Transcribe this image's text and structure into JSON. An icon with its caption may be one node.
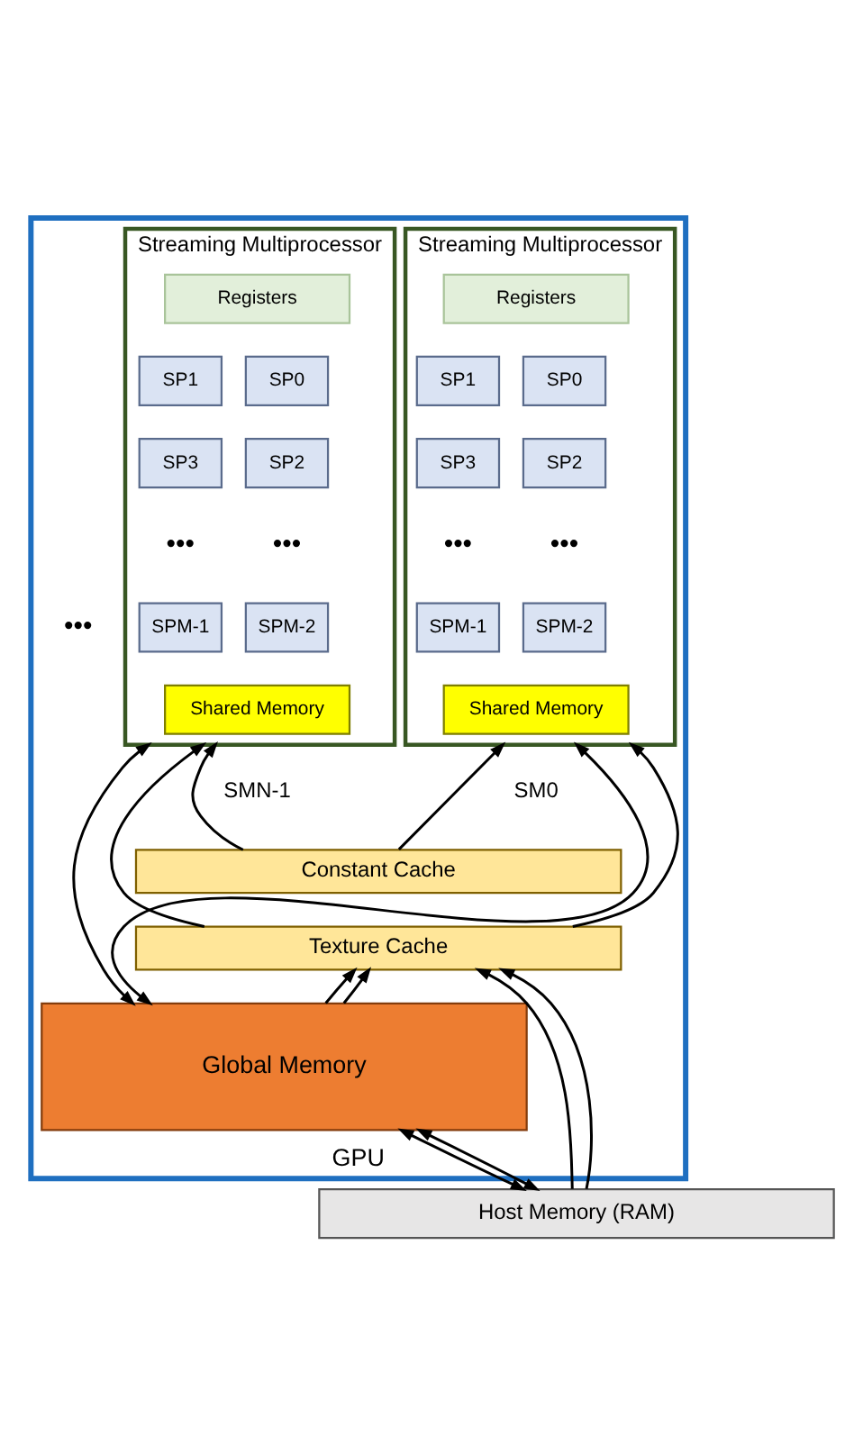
{
  "diagram": {
    "nodes": [
      {
        "text": [
          "GPU"
        ]
      },
      {
        "text": [
          "Streaming Multiprocessor"
        ],
        "beside": [
          "SM0"
        ],
        "in": 0
      },
      {
        "text": [
          "Registers"
        ],
        "in": 1
      },
      {
        "text": [
          "SP0"
        ],
        "in": 1
      },
      {
        "text": [
          "SP1"
        ],
        "in": 1
      },
      {
        "text": [
          "SP2"
        ],
        "in": 1
      },
      {
        "text": [
          "SP3"
        ],
        "in": 1
      },
      {
        "text": [
          "SPM-2"
        ],
        "in": 1
      },
      {
        "text": [
          "SPM-1"
        ],
        "in": 1
      },
      {
        "text": [
          "Shared Memory"
        ],
        "in": 1
      },
      {
        "text": [
          "Streaming Multiprocessor"
        ],
        "beside": [
          "SMN-1"
        ],
        "in": 0
      },
      {
        "text": [
          "Registers"
        ],
        "in": 10
      },
      {
        "text": [
          "SP0"
        ],
        "in": 10
      },
      {
        "text": [
          "SP1"
        ],
        "in": 10
      },
      {
        "text": [
          "SP2"
        ],
        "in": 10
      },
      {
        "text": [
          "SP3"
        ],
        "in": 10
      },
      {
        "text": [
          "SPM-2"
        ],
        "in": 10
      },
      {
        "text": [
          "SPM-1"
        ],
        "in": 10
      },
      {
        "text": [
          "Shared Memory"
        ],
        "in": 10
      },
      {
        "text": [
          "Constant Cache"
        ],
        "in": 0
      },
      {
        "text": [
          "Texture Cache"
        ],
        "in": 0
      },
      {
        "text": [
          "Global Memory"
        ],
        "in": 0
      },
      {
        "text": [
          "Host Memory (RAM)"
        ]
      }
    ],
    "edges": [
      {
        "from": 1,
        "to": 21,
        "arrow": "both"
      },
      {
        "from": 19,
        "to": 1,
        "arrow": "to"
      },
      {
        "from": 20,
        "to": 1,
        "arrow": "to"
      },
      {
        "from": 21,
        "to": 20,
        "arrow": "to"
      },
      {
        "from": 22,
        "to": 20,
        "arrow": "to"
      },
      {
        "from": 21,
        "to": 22,
        "arrow": "both"
      },
      {
        "from": 10,
        "to": 21,
        "arrow": "both"
      },
      {
        "from": 19,
        "to": 10,
        "arrow": "to"
      },
      {
        "from": 20,
        "to": 10,
        "arrow": "to"
      },
      {
        "from": 21,
        "to": 20,
        "arrow": "to"
      },
      {
        "from": 22,
        "to": 20,
        "arrow": "to"
      },
      {
        "from": 21,
        "to": 22,
        "arrow": "both"
      }
    ],
    "labels": [
      "•••",
      "•••",
      "•••",
      "•••",
      "•••"
    ]
  }
}
